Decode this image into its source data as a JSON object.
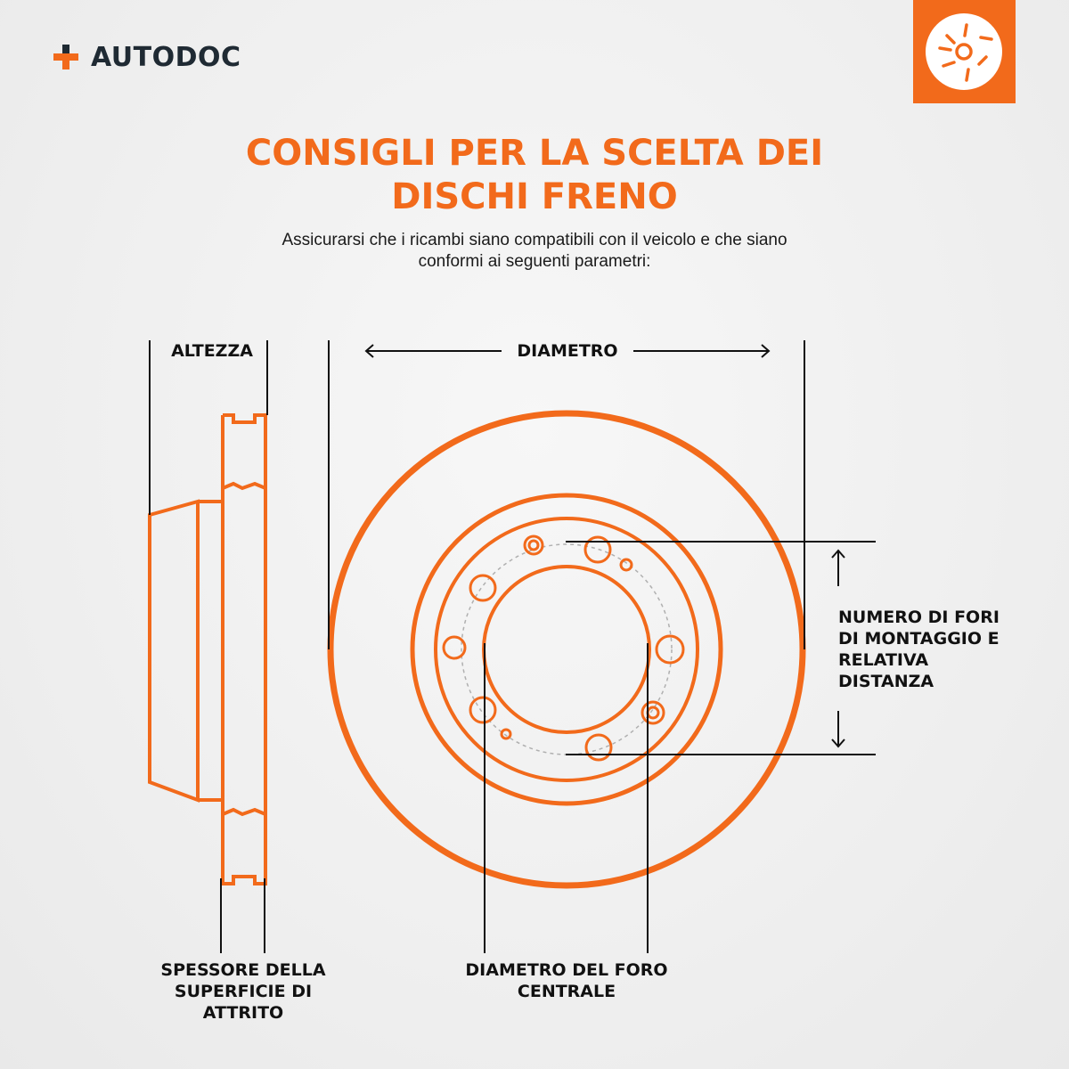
{
  "brand": {
    "name": "AUTODOC"
  },
  "colors": {
    "accent": "#f26a1b",
    "dark": "#1f2a33"
  },
  "badge": {
    "icon": "brake-disc-icon"
  },
  "header": {
    "title": "CONSIGLI PER LA SCELTA DEI\nDISCHI FRENO",
    "subtitle": "Assicurarsi che i ricambi siano compatibili con il veicolo e che siano\nconformi ai seguenti parametri:"
  },
  "labels": {
    "height": "ALTEZZA",
    "diameter": "DIAMETRO",
    "holes": "NUMERO DI FORI\nDI MONTAGGIO E\nRELATIVA\nDISTANZA",
    "thickness": "SPESSORE DELLA\nSUPERFICIE DI\nATTRITO",
    "center_bore": "DIAMETRO DEL FORO\nCENTRALE"
  }
}
